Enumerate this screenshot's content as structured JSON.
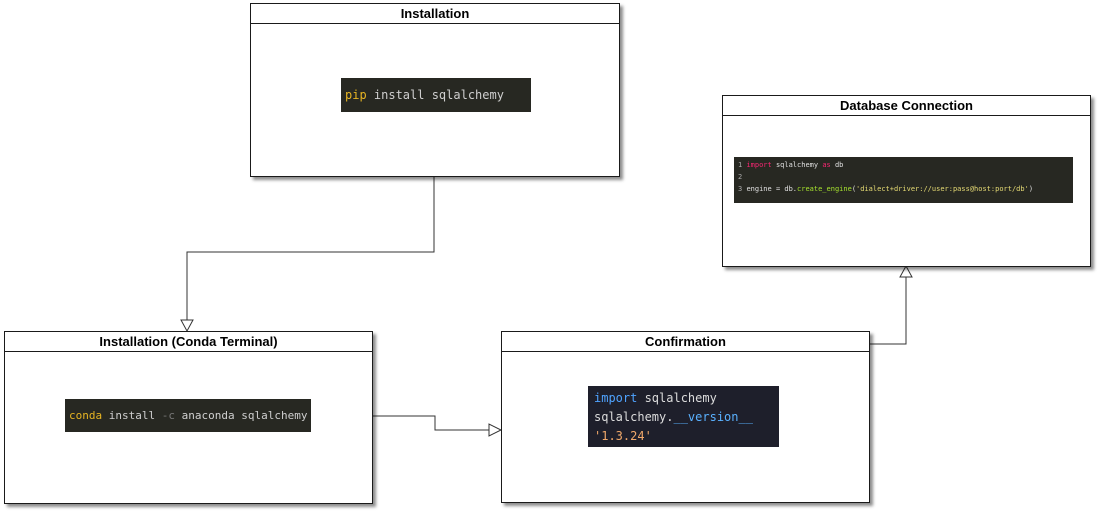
{
  "nodes": {
    "installation": {
      "title": "Installation",
      "code": {
        "cmd": "pip",
        "rest": " install sqlalchemy"
      }
    },
    "conda": {
      "title": "Installation (Conda Terminal)",
      "code": {
        "cmd": "conda",
        "mid": " install ",
        "flag": "-c",
        "rest": " anaconda sqlalchemy"
      }
    },
    "confirmation": {
      "title": "Confirmation",
      "code": {
        "line1_kw": "import",
        "line1_rest": " sqlalchemy",
        "line2_obj": "sqlalchemy.",
        "line2_attr": "__version__",
        "line3": "'1.3.24'"
      }
    },
    "database": {
      "title": "Database Connection",
      "code": {
        "l1_num": "1",
        "l1_kw": "import",
        "l1_mid": " sqlalchemy ",
        "l1_as": "as",
        "l1_rest": " db",
        "l2_num": "2",
        "l3_num": "3",
        "l3_a": "engine = db.",
        "l3_fn": "create_engine",
        "l3_b": "(",
        "l3_str": "'dialect+driver://user:pass@host:port/db'",
        "l3_c": ")"
      }
    }
  },
  "edges": [
    {
      "from": "installation",
      "to": "conda"
    },
    {
      "from": "conda",
      "to": "confirmation"
    },
    {
      "from": "confirmation",
      "to": "database"
    }
  ]
}
